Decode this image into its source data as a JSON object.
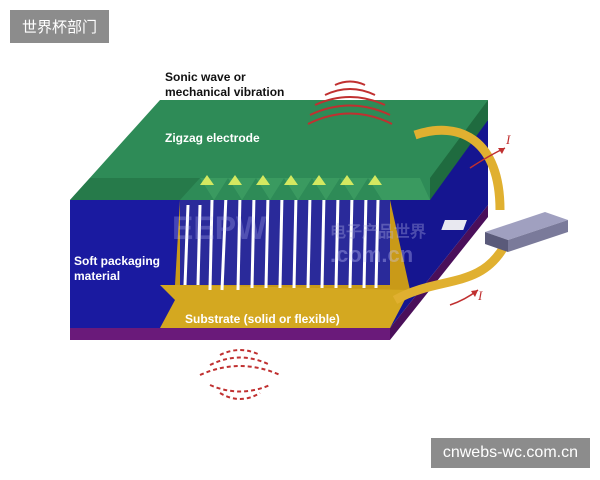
{
  "top_tag": "世界杯部门",
  "bottom_tag": "cnwebs-wc.com.cn",
  "labels": {
    "sonic": [
      "Sonic wave or",
      "mechanical vibration"
    ],
    "zigzag": "Zigzag electrode",
    "soft": [
      "Soft packaging",
      "material"
    ],
    "substrate": "Substrate (solid or flexible)"
  },
  "current_symbol": "I",
  "watermark": {
    "en": "EEPW",
    "com": ".com.cn",
    "cn": "电子产品世界"
  },
  "colors": {
    "electrode": "#2e8b57",
    "packaging": "#1a1aa0",
    "substrate": "#d4a820",
    "base": "#6a1a7a",
    "wave": "#c03030"
  }
}
